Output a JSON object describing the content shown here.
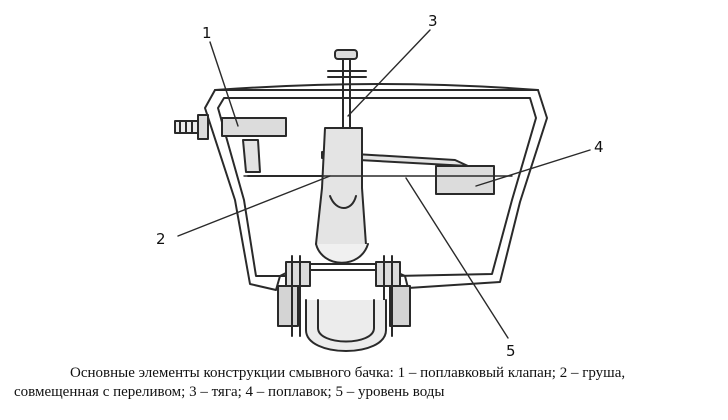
{
  "diagram": {
    "callouts": [
      {
        "id": "1",
        "text": "1"
      },
      {
        "id": "2",
        "text": "2"
      },
      {
        "id": "3",
        "text": "3"
      },
      {
        "id": "4",
        "text": "4"
      },
      {
        "id": "5",
        "text": "5"
      }
    ]
  },
  "caption": {
    "line1": "Основные элементы конструкции смывного бачка: 1 – поплавковый клапан; 2 – груша,",
    "line2": "совмещенная с переливом; 3 – тяга; 4 – поплавок; 5 – уровень воды"
  },
  "colors": {
    "line": "#2a2a2a",
    "fill": "#dcdcdc",
    "background": "#ffffff"
  }
}
